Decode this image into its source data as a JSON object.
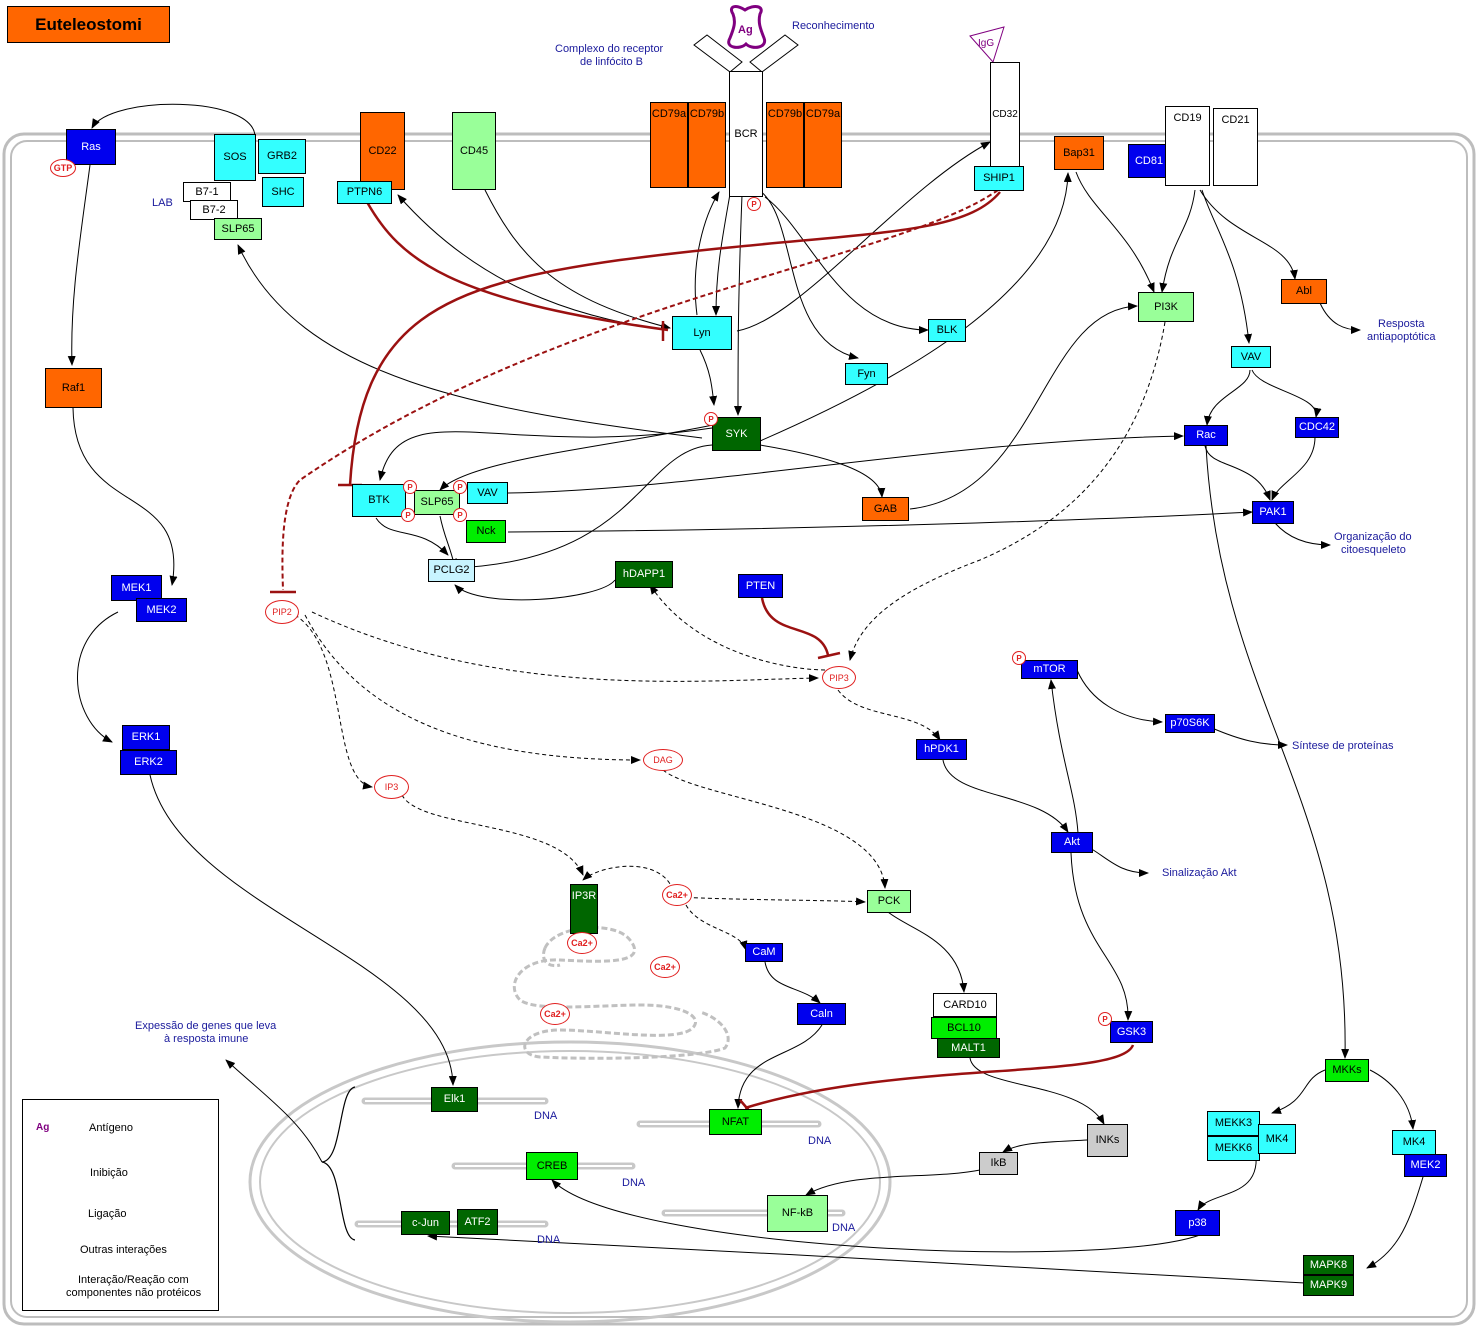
{
  "title": "Euteleostomi",
  "colors": {
    "orange": "#ff6600",
    "cyan": "#33ffff",
    "lightgreen": "#99ff99",
    "green": "#00ee00",
    "darkgreen": "#006600",
    "blue": "#0000ee",
    "grey": "#cccccc",
    "inhibition": "#9b1111",
    "label": "#1a1a9c",
    "small_molecule": "#e02020",
    "antigen": "#800080"
  },
  "nodes": {
    "ras": "Ras",
    "sos": "SOS",
    "grb2": "GRB2",
    "shc": "SHC",
    "b71": "B7-1",
    "b72": "B7-2",
    "slp65_top": "SLP65",
    "cd22": "CD22",
    "ptpn6": "PTPN6",
    "cd45": "CD45",
    "cd79a_left": "CD79a",
    "cd79b_left": "CD79b",
    "bcr": "BCR",
    "cd79b_right": "CD79b",
    "cd79a_right": "CD79a",
    "cd32": "CD32",
    "ship1": "SHIP1",
    "bap31": "Bap31",
    "cd81": "CD81",
    "cd19": "CD19",
    "cd21": "CD21",
    "raf1": "Raf1",
    "lyn": "Lyn",
    "blk": "BLK",
    "fyn": "Fyn",
    "pi3k": "PI3K",
    "abl": "Abl",
    "vav_right": "VAV",
    "syk": "SYK",
    "rac": "Rac",
    "cdc42": "CDC42",
    "btk": "BTK",
    "slp65": "SLP65",
    "vav": "VAV",
    "nck": "Nck",
    "gab": "GAB",
    "pak1": "PAK1",
    "pclg2": "PCLG2",
    "hdapp1": "hDAPP1",
    "pten": "PTEN",
    "mek1": "MEK1",
    "mek2": "MEK2",
    "mtor": "mTOR",
    "p70s6k": "p70S6K",
    "erk1": "ERK1",
    "erk2": "ERK2",
    "hpdk1": "hPDK1",
    "akt": "Akt",
    "ip3r": "IP3R",
    "pck": "PCK",
    "cam": "CaM",
    "caln": "Caln",
    "card10": "CARD10",
    "bcl10": "BCL10",
    "malt1": "MALT1",
    "gsk3": "GSK3",
    "mkks": "MKKs",
    "elk1": "Elk1",
    "nfat": "NFAT",
    "mekk3": "MEKK3",
    "mekk6": "MEKK6",
    "mk4_left": "MK4",
    "mk4_right": "MK4",
    "mek2_right": "MEK2",
    "inks": "INKs",
    "creb": "CREB",
    "ikb": "IkB",
    "nfkb": "NF-kB",
    "p38": "p38",
    "cjun": "c-Jun",
    "atf2": "ATF2",
    "mapk8": "MAPK8",
    "mapk9": "MAPK9"
  },
  "molecules": {
    "gtp": "GTP",
    "pip2": "PIP2",
    "pip3": "PIP3",
    "dag": "DAG",
    "ip3": "IP3",
    "ca_1": "Ca2+",
    "ca_2": "Ca2+",
    "ca_3": "Ca2+",
    "ca_4": "Ca2+",
    "ag": "Ag",
    "igg": "IgG",
    "phospho": "P"
  },
  "labels": {
    "reconhecimento": "Reconhecimento",
    "complexo_1": "Complexo do receptor",
    "complexo_2": "de linfócito B",
    "lab": "LAB",
    "antiapop_1": "Resposta",
    "antiapop_2": "antiapoptótica",
    "citoesq_1": "Organização do",
    "citoesq_2": "citoesqueleto",
    "sintese": "Síntese de proteínas",
    "akt_sig": "Sinalização Akt",
    "expressao_1": "Expessão de genes que leva",
    "expressao_2": "à resposta imune",
    "dna": "DNA"
  },
  "legend": {
    "antigen_icon": "Ag",
    "antigen": "Antígeno",
    "inhibition": "Inibição",
    "binding": "Ligação",
    "other": "Outras interações",
    "nonprotein_1": "Interação/Reação com",
    "nonprotein_2": "componentes não protéicos"
  }
}
